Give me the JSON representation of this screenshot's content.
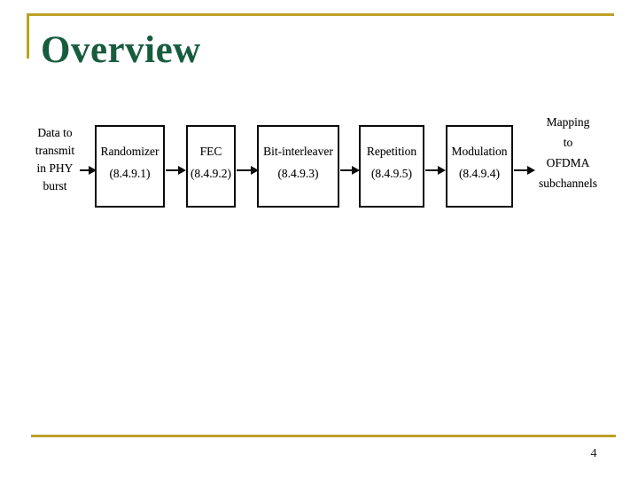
{
  "slide": {
    "title": "Overview",
    "page_number": "4"
  },
  "theme": {
    "accent_gold": "#BCA127",
    "title_green": "#175C3E",
    "diagram_ink": "#0a0a0a"
  },
  "diagram": {
    "input_label": "Data to\ntransmit\nin PHY\nburst",
    "output_label": "Mapping\nto\nOFDMA\nsubchannels",
    "boxes": [
      {
        "label": "Randomizer",
        "ref": "(8.4.9.1)"
      },
      {
        "label": "FEC",
        "ref": "(8.4.9.2)"
      },
      {
        "label": "Bit-interleaver",
        "ref": "(8.4.9.3)"
      },
      {
        "label": "Repetition",
        "ref": "(8.4.9.5)"
      },
      {
        "label": "Modulation",
        "ref": "(8.4.9.4)"
      }
    ]
  }
}
